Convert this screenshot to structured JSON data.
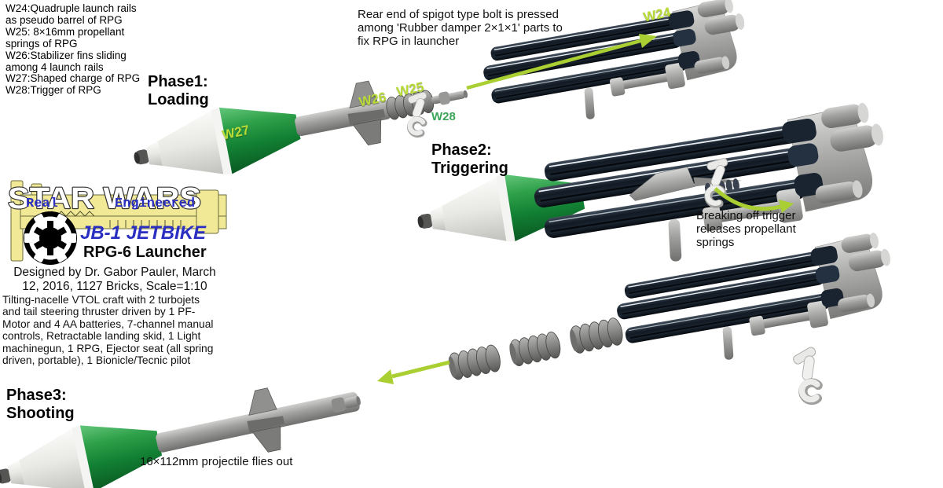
{
  "palette": {
    "background": "#ffffff",
    "railDark": "#141c26",
    "grayMid": "#9a9a98",
    "grayLight": "#d0d0ce",
    "green": "#1f9638",
    "whitePart": "#ececea",
    "arrowGreen": "#a9cf32",
    "labelYellow": "#b9dc38",
    "labelGreen": "#3aa458",
    "logoYellow": "#f2e996",
    "logoBlue": "#2a2fc2",
    "textBlack": "#111111"
  },
  "legend": {
    "text": "W24:Quadruple launch rails\nas pseudo barrel of RPG\nW25: 8×16mm propellant\nsprings of RPG\nW26:Stabilizer fins sliding\namong 4 launch rails\nW27:Shaped charge of RPG\nW28:Trigger of RPG"
  },
  "annotations": {
    "spigot": "Rear end of spigot type bolt is pressed\namong 'Rubber damper 2×1×1' parts to\nfix RPG in launcher",
    "trigger": "Breaking off trigger\nreleases propellant\nsprings",
    "projectile": "16×112mm projectile flies out"
  },
  "phases": {
    "phase1": "Phase1:\nLoading",
    "phase2": "Phase2:\nTriggering",
    "phase3": "Phase3:\nShooting"
  },
  "part_labels": {
    "w24": "W24",
    "w25": "W25",
    "w26": "W26",
    "w27": "W27",
    "w28": "W28"
  },
  "logo": {
    "title": "STAR WARS",
    "tagline_left": "Real",
    "tagline_right": "Engineered",
    "model_name": "JB-1 JETBIKE",
    "subtitle": "RPG-6 Launcher",
    "credits": "Designed by Dr. Gabor Pauler, March\n12, 2016, 1127 Bricks, Scale=1:10",
    "description": "Tilting-nacelle VTOL craft with 2 turbojets\nand tail steering thruster driven by 1 PF-\nMotor and 4 AA batteries, 7-channel manual\ncontrols, Retractable landing skid, 1 Light\nmachinegun, 1 RPG, Ejector seat (all spring\ndriven, portable), 1 Bionicle/Tecnic pilot"
  }
}
